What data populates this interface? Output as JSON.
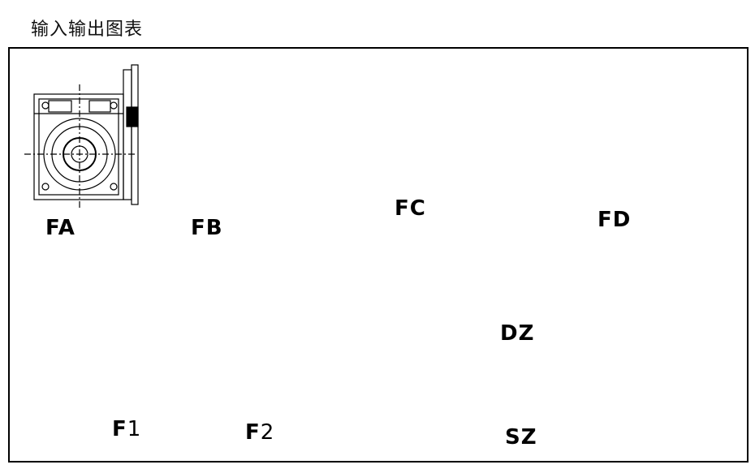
{
  "header": {
    "title": "输入输出图表"
  },
  "diagrams": {
    "fa": {
      "label": "FA"
    },
    "fb": {
      "label": "FB"
    },
    "fc": {
      "label": "FC"
    },
    "fd": {
      "label": "FD"
    },
    "f1": {
      "label_bold": "F",
      "label_rest": "1"
    },
    "f2": {
      "label_bold": "F",
      "label_rest": "2"
    },
    "dz": {
      "label": "DZ"
    },
    "sz": {
      "label": "SZ"
    }
  },
  "colors": {
    "line": "#000000",
    "background": "#ffffff"
  }
}
